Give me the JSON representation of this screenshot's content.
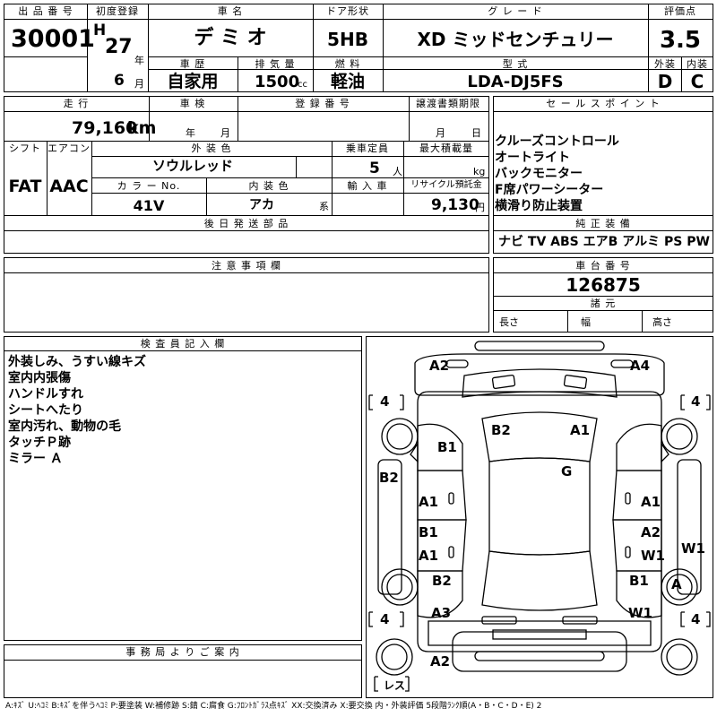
{
  "header": {
    "lot_no_label": "出 品 番 号",
    "lot_no": "30001",
    "first_reg_label": "初度登録",
    "era": "H",
    "year_num": "27",
    "year_unit": "年",
    "month_num": "6",
    "month_unit": "月",
    "car_name_label": "車 名",
    "car_name": "デ ミ オ",
    "door_label": "ドア形状",
    "door": "5HB",
    "grade_label": "グ レ ー ド",
    "grade": "XD ミッドセンチュリー",
    "score_label": "評価点",
    "score": "3.5",
    "history_label": "車 歴",
    "history": "自家用",
    "displacement_label": "排 気 量",
    "displacement": "1500",
    "displacement_unit": "cc",
    "fuel_label": "燃 料",
    "fuel": "軽油",
    "model_label": "型 式",
    "model": "LDA-DJ5FS",
    "exterior_label": "外装",
    "exterior": "D",
    "interior_label": "内装",
    "interior": "C"
  },
  "row2": {
    "mileage_label": "走 行",
    "mileage": "79,160",
    "mileage_unit": "km",
    "inspection_label": "車 検",
    "inspection_year_unit": "年",
    "inspection_month_unit": "月",
    "reg_no_label": "登 録 番 号",
    "deadline_label": "譲渡書類期限",
    "deadline_month_unit": "月",
    "deadline_day_unit": "日",
    "shift_label": "シフト",
    "shift": "FAT",
    "ac_label": "エアコン",
    "ac": "AAC",
    "ext_color_label": "外 装 色",
    "ext_color": "ソウルレッド",
    "capacity_label": "乗車定員",
    "capacity": "5",
    "capacity_unit": "人",
    "max_load_label": "最大積載量",
    "max_load_unit": "kg",
    "color_no_label": "カ ラ ー No.",
    "color_no": "41V",
    "int_color_label": "内 装 色",
    "int_color": "アカ",
    "int_color_unit": "系",
    "import_label": "輸 入 車",
    "recycle_label": "リサイクル預託金",
    "recycle": "9,130",
    "recycle_unit": "円",
    "later_parts_label": "後 日 発 送 部 品"
  },
  "sales": {
    "label": "セ ー ル ス ポ イ ン ト",
    "points": [
      "クルーズコントロール",
      "オートライト",
      "バックモニター",
      "F席パワーシーター",
      "横滑り防止装置"
    ]
  },
  "equipment": {
    "label": "純 正 装 備",
    "items": [
      "ナビ",
      "TV",
      "ABS",
      "エアB",
      "アルミ",
      "PS",
      "PW"
    ]
  },
  "chassis": {
    "label": "車 台 番 号",
    "number": "126875",
    "specs_label": "諸 元",
    "length_label": "長さ",
    "width_label": "幅",
    "height_label": "高さ"
  },
  "notes": {
    "label": "注 意 事 項 欄"
  },
  "inspector": {
    "label": "検 査 員 記 入 欄",
    "lines": [
      "外装しみ、うすい線キズ",
      "室内内張傷",
      "ハンドルすれ",
      "シートへたり",
      "室内汚れ、動物の毛",
      "タッチＰ跡",
      "ミラー Ａ"
    ]
  },
  "office": {
    "label": "事 務 局 よ り ご 案 内"
  },
  "diagram": {
    "tires": [
      "4",
      "4",
      "4",
      "4"
    ],
    "spare_label": "レス",
    "marks": [
      "A2",
      "A4",
      "B2",
      "A1",
      "B1",
      "G",
      "B2",
      "A1",
      "A1",
      "B1",
      "A2",
      "A1",
      "W1",
      "W1",
      "B2",
      "B1",
      "A",
      "A3",
      "W1",
      "A2"
    ]
  },
  "legend": "A:ｷｽﾞ U:ﾍｺﾐ B:ｷｽﾞを伴うﾍｺﾐ P:要塗装 W:補修跡 S:錆 C:腐食 G:ﾌﾛﾝﾄｶﾞﾗｽ点ｷｽﾞ XX:交換済み X:要交換 内・外装評価 5段階ﾗﾝｸ順(A・B・C・D・E) 2"
}
